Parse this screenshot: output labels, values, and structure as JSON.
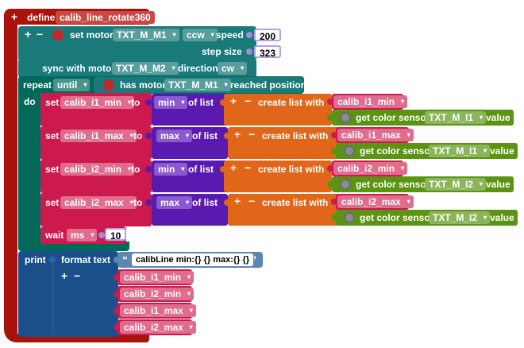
{
  "colors": {
    "procedure": "#a8140c",
    "motor": "#1a7a7a",
    "loop": "#00695a",
    "var": "#cc1a4f",
    "list": "#5a1ab0",
    "listcreate": "#e0661a",
    "sensor": "#5b9412",
    "text": "#1b4f8c",
    "string": "#5c87b2",
    "number": "#9b8dd9"
  },
  "define": {
    "keyword": "define",
    "name": "calib_line_rotate360",
    "plus": "+"
  },
  "set_motor": {
    "plus": "+",
    "minus": "−",
    "label": "set motor",
    "motor": "TXT_M_M1",
    "dir": "ccw",
    "speed_label": "speed",
    "speed": "200",
    "step_label": "step size",
    "step": "323",
    "sync_label": "sync with motor",
    "sync_motor": "TXT_M_M2",
    "direction_label": "direction",
    "direction": "cw"
  },
  "repeat": {
    "label": "repeat",
    "mode": "until",
    "has_motor": "has motor",
    "motor": "TXT_M_M1",
    "reached": "reached position",
    "do": "do"
  },
  "sets": [
    {
      "set": "set",
      "var": "calib_i1_min",
      "to": "to",
      "fn": "min",
      "of": "of list",
      "plus": "+",
      "minus": "−",
      "create": "create list with",
      "item": "calib_i1_min",
      "sensor": "get color sensor",
      "port": "TXT_M_I1",
      "value": "value"
    },
    {
      "set": "set",
      "var": "calib_i1_max",
      "to": "to",
      "fn": "max",
      "of": "of list",
      "plus": "+",
      "minus": "−",
      "create": "create list with",
      "item": "calib_i1_max",
      "sensor": "get color sensor",
      "port": "TXT_M_I1",
      "value": "value"
    },
    {
      "set": "set",
      "var": "calib_i2_min",
      "to": "to",
      "fn": "min",
      "of": "of list",
      "plus": "+",
      "minus": "−",
      "create": "create list with",
      "item": "calib_i2_min",
      "sensor": "get color sensor",
      "port": "TXT_M_I2",
      "value": "value"
    },
    {
      "set": "set",
      "var": "calib_i2_max",
      "to": "to",
      "fn": "max",
      "of": "of list",
      "plus": "+",
      "minus": "−",
      "create": "create list with",
      "item": "calib_i2_max",
      "sensor": "get color sensor",
      "port": "TXT_M_I2",
      "value": "value"
    }
  ],
  "wait": {
    "label": "wait",
    "unit": "ms",
    "value": "10"
  },
  "print": {
    "label": "print",
    "format": "format text",
    "open_quote": "“",
    "close_quote": "”",
    "template": "calibLine min:{} {} max:{} {}",
    "plus": "+",
    "minus": "−",
    "args": [
      "calib_i1_min",
      "calib_i2_min",
      "calib_i1_max",
      "calib_i2_max"
    ]
  },
  "dropdown_glyph": "▾",
  "icons": {
    "motor": "motor-icon",
    "sensor": "sensor-gear-icon"
  }
}
